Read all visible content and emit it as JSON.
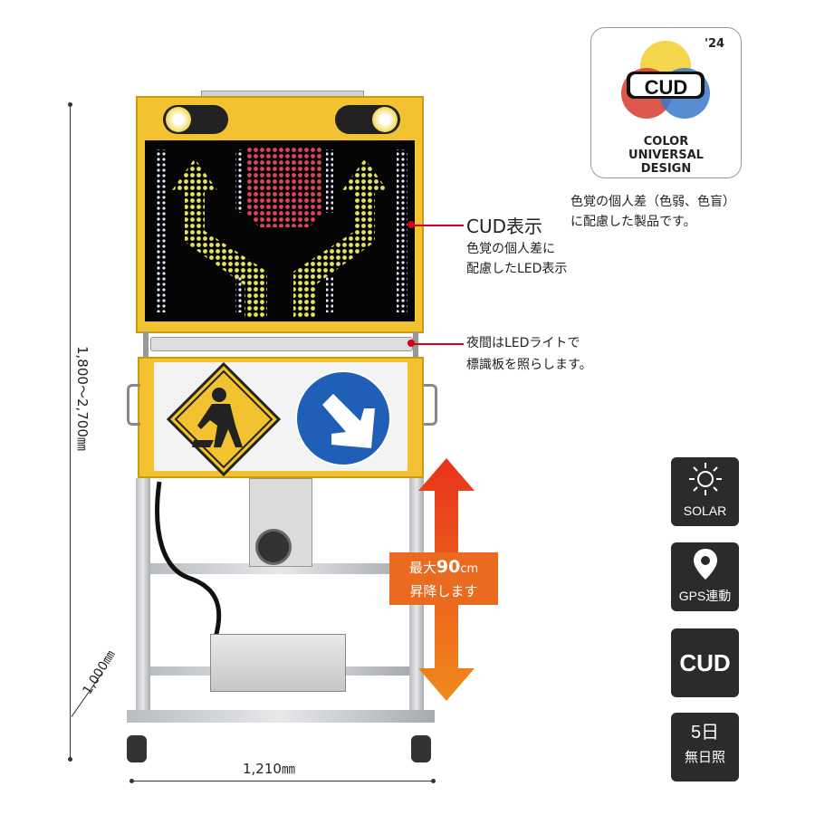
{
  "dimensions": {
    "height_range": "1,800〜2,700㎜",
    "depth": "1,000㎜",
    "width": "1,210㎜"
  },
  "logo": {
    "year": "'24",
    "mark": "CUD",
    "caption_line1": "COLOR",
    "caption_line2": "UNIVERSAL",
    "caption_line3": "DESIGN",
    "note_line1": "色覚の個人差（色弱、色盲）",
    "note_line2": "に配慮した製品です。"
  },
  "callouts": {
    "cud_title": "CUD表示",
    "cud_desc_line1": "色覚の個人差に",
    "cud_desc_line2": "配慮したLED表示",
    "light_line1": "夜間はLEDライトで",
    "light_line2": "標識板を照らします。"
  },
  "lift": {
    "prefix": "最大",
    "value": "90",
    "unit": "cm",
    "line2": "昇降します"
  },
  "badges": {
    "solar": "SOLAR",
    "gps": "GPS連動",
    "cud": "CUD",
    "days_line1": "5日",
    "days_line2": "無日照"
  },
  "colors": {
    "panel_yellow": "#f2c230",
    "callout_red": "#d0021b",
    "arrow_orange": "#e8591c",
    "badge_dark": "#2b2b2b",
    "sign_blue": "#1f5fb8"
  }
}
